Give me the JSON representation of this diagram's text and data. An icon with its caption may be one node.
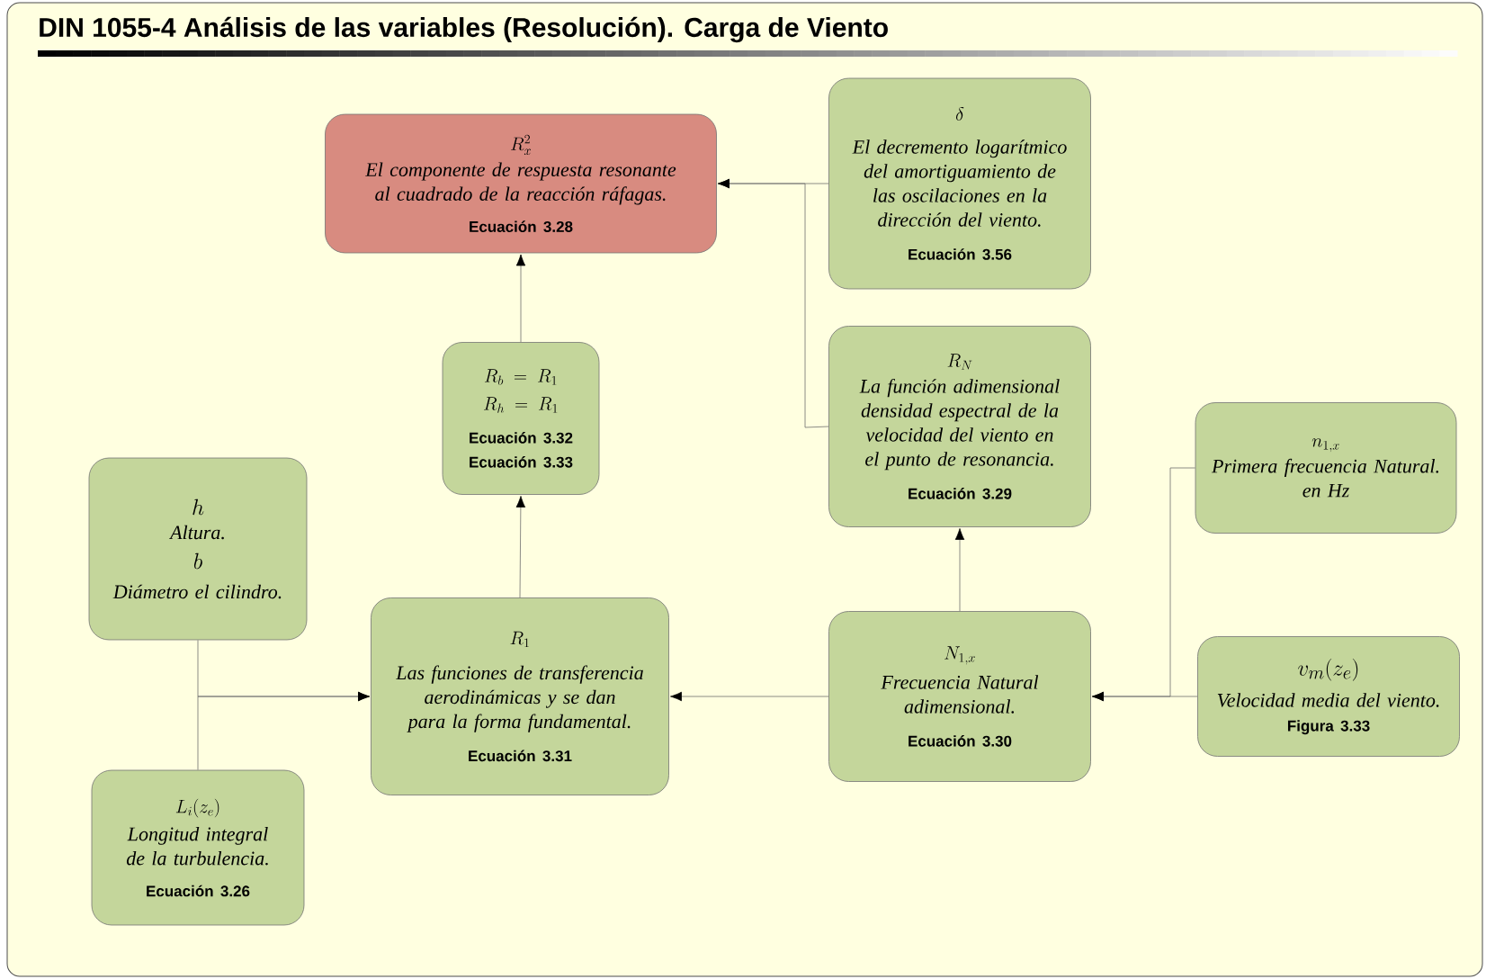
{
  "diagram": {
    "title": "DIN 1055-4 Análisis de las variables (Resolución). Carga de Viento",
    "nodes": [
      {
        "text": [
          "R_x^2",
          "El componente de respuesta resonante al cuadrado de la reacción ráfagas.",
          "Ecuación 3.28"
        ]
      },
      {
        "text": [
          "\\delta",
          "El decremento logarítmico del amortiguamiento de las oscilaciones en la dirección del viento.",
          "Ecuación 3.56"
        ]
      },
      {
        "text": [
          "R_b = R_1",
          "R_h = R_1",
          "Ecuación 3.32",
          "Ecuación 3.33"
        ]
      },
      {
        "text": [
          "R_N",
          "La función adimensional densidad espectral de la velocidad del viento en el punto de resonancia.",
          "Ecuación 3.29"
        ]
      },
      {
        "text": [
          "n_{1,x}",
          "Primera frecuencia Natural.",
          "en Hz"
        ]
      },
      {
        "text": [
          "h",
          "Altura.",
          "b",
          "Diámetro el cilindro."
        ]
      },
      {
        "text": [
          "R_1",
          "Las funciones de transferencia aerodinámicas y se dan para la forma fundamental.",
          "Ecuación 3.31"
        ]
      },
      {
        "text": [
          "N_{1,x}",
          "Frecuencia Natural adimensional.",
          "Ecuación 3.30"
        ]
      },
      {
        "text": [
          "v_m(z_e)",
          "Velocidad media del viento.",
          "Figura 3.33"
        ]
      },
      {
        "text": [
          "L_i(z_e)",
          "Longitud integral de la turbulencia.",
          "Ecuación 3.26"
        ]
      }
    ],
    "edges": [
      {
        "from": 1,
        "to": 0,
        "arrow": "to"
      },
      {
        "from": 3,
        "to": 0,
        "arrow": "to"
      },
      {
        "from": 2,
        "to": 0,
        "arrow": "to"
      },
      {
        "from": 6,
        "to": 2,
        "arrow": "to"
      },
      {
        "from": 7,
        "to": 3,
        "arrow": "to"
      },
      {
        "from": 7,
        "to": 6,
        "arrow": "to"
      },
      {
        "from": 4,
        "to": 7,
        "arrow": "to"
      },
      {
        "from": 8,
        "to": 7,
        "arrow": "to"
      },
      {
        "from": 5,
        "to": 6,
        "arrow": "to"
      },
      {
        "from": 9,
        "to": 6,
        "arrow": "to"
      }
    ]
  }
}
